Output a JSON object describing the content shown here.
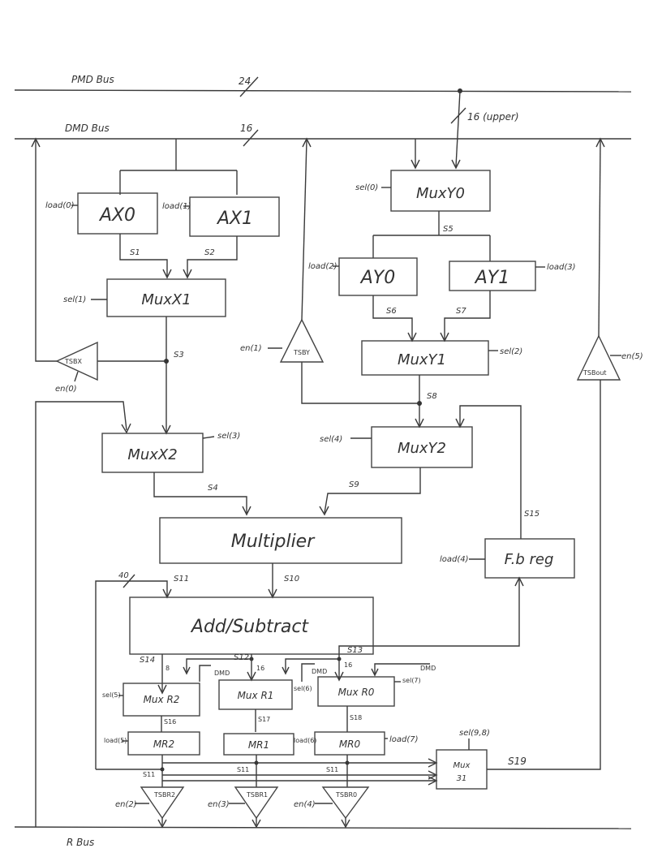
{
  "buses": {
    "pmd": "PMD Bus",
    "dmd": "DMD Bus",
    "r": "R Bus",
    "width_24": "24",
    "width_16": "16",
    "width_16_upper": "16 (upper)",
    "width_40": "40"
  },
  "blocks": {
    "ax0": "AX0",
    "ax1": "AX1",
    "muxx1": "MuxX1",
    "tsbx": "TSBX",
    "muxy0": "MuxY0",
    "ay0": "AY0",
    "ay1": "AY1",
    "muxy1": "MuxY1",
    "tsby": "TSBY",
    "tsbout": "TSBout",
    "muxx2": "MuxX2",
    "muxy2": "MuxY2",
    "multiplier": "Multiplier",
    "fbreg": "F.b reg",
    "addsub": "Add/Subtract",
    "muxr2": "Mux R2",
    "muxr1": "Mux R1",
    "muxr0": "Mux R0",
    "mr2": "MR2",
    "mr1": "MR1",
    "mr0": "MR0",
    "mux31_a": "Mux",
    "mux31_b": "31",
    "tsbr2": "TSBR2",
    "tsbr1": "TSBR1",
    "tsbr0": "TSBR0"
  },
  "controls": {
    "load0": "load(0)",
    "load1": "load(1)",
    "load2": "load(2)",
    "load3": "load(3)",
    "load4": "load(4)",
    "load5": "load(5)",
    "load6": "load(6)",
    "load7": "load(7)",
    "sel0": "sel(0)",
    "sel1": "sel(1)",
    "sel2": "sel(2)",
    "sel3": "sel(3)",
    "sel4": "sel(4)",
    "sel5": "sel(5)",
    "sel6": "sel(6)",
    "sel7": "sel(7)",
    "sel98": "sel(9,8)",
    "en0": "en(0)",
    "en1": "en(1)",
    "en2": "en(2)",
    "en3": "en(3)",
    "en4": "en(4)",
    "en5": "en(5)"
  },
  "signals": {
    "s1": "S1",
    "s2": "S2",
    "s3": "S3",
    "s4": "S4",
    "s5": "S5",
    "s6": "S6",
    "s7": "S7",
    "s8": "S8",
    "s9": "S9",
    "s10": "S10",
    "s11": "S11",
    "s11a": "S11",
    "s11b": "S11",
    "s11c": "S11",
    "s12": "S12",
    "s13": "S13",
    "s14": "S14",
    "s15": "S15",
    "s16": "S16",
    "s17": "S17",
    "s18": "S18",
    "s19": "S19",
    "w8": "8",
    "w16a": "16",
    "w16b": "16",
    "dmd1": "DMD",
    "dmd2": "DMD",
    "dmd3": "DMD"
  }
}
